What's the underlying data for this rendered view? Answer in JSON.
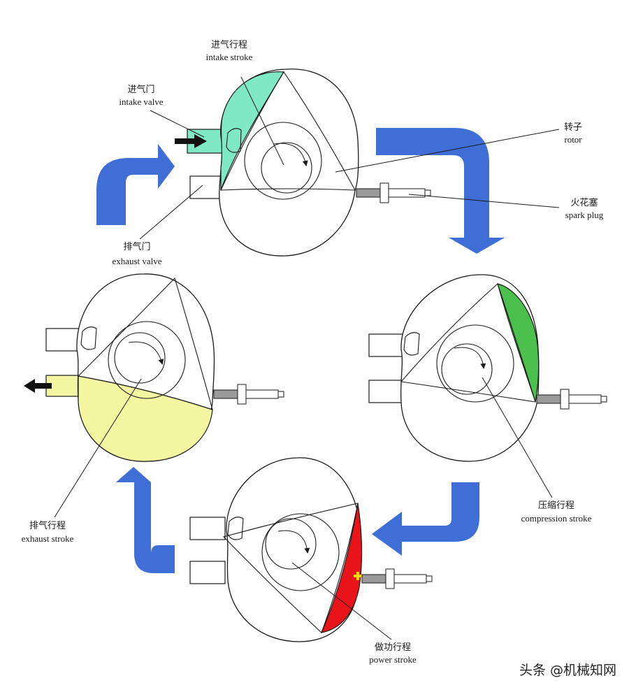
{
  "diagram": {
    "labels": {
      "intake_stroke": {
        "cn": "进气行程",
        "en": "intake stroke"
      },
      "intake_valve": {
        "cn": "进气门",
        "en": "intake valve"
      },
      "rotor": {
        "cn": "转子",
        "en": "rotor"
      },
      "spark_plug": {
        "cn": "火花塞",
        "en": "spark plug"
      },
      "exhaust_valve": {
        "cn": "排气门",
        "en": "exhaust valve"
      },
      "compression_stroke": {
        "cn": "压缩行程",
        "en": "compression stroke"
      },
      "power_stroke": {
        "cn": "做功行程",
        "en": "power stroke"
      },
      "exhaust_stroke": {
        "cn": "排气行程",
        "en": "exhaust stroke"
      }
    },
    "colors": {
      "flow_arrow": "#3f6fd6",
      "intake": "#7fe8c4",
      "compression": "#4cc04c",
      "power": "#e8141a",
      "spark": "#ffd800",
      "exhaust": "#f4f7a2",
      "plug_gray": "#9a9a9a"
    }
  },
  "watermark": "头条 @机械知网"
}
